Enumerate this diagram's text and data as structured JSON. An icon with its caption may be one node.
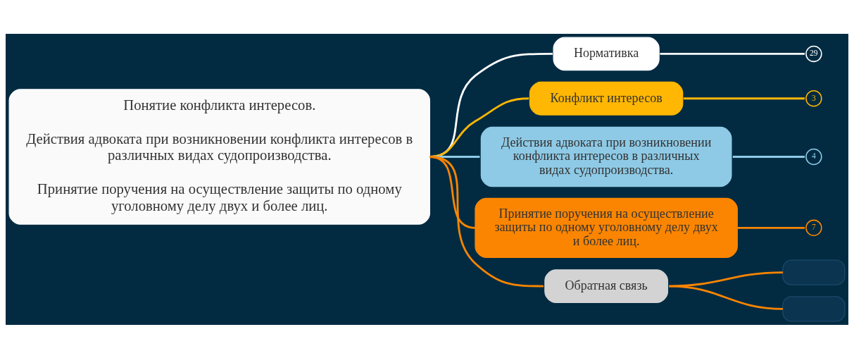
{
  "diagram": {
    "nodes": [
      {
        "text": [
          "Понятие конфликта интересов.",
          "Действия адвоката при возникновении конфликта интересов в различных видах судопроизводства.",
          "Принятие поручения на осуществление защиты по одному уголовному делу двух и более лиц."
        ]
      },
      {
        "text": [
          "Нормативка"
        ]
      },
      {
        "text": [
          "29"
        ]
      },
      {
        "text": [
          "Конфликт интересов"
        ]
      },
      {
        "text": [
          "3"
        ]
      },
      {
        "text": [
          "Действия адвоката при возникновении конфликта интересов в различных видах судопроизводства."
        ]
      },
      {
        "text": [
          "4"
        ]
      },
      {
        "text": [
          "Принятие поручения на осуществление защиты по одному уголовному делу двух и более лиц."
        ]
      },
      {
        "text": [
          "7"
        ]
      },
      {
        "text": [
          "Обратная связь"
        ]
      },
      {
        "text": [],
        "shape": "box"
      },
      {
        "text": [],
        "shape": "box"
      }
    ],
    "edges": [
      {
        "from": 0,
        "to": 1,
        "arrow": "none",
        "color": "#ffffff"
      },
      {
        "from": 1,
        "to": 2,
        "arrow": "none",
        "color": "#ffffff"
      },
      {
        "from": 0,
        "to": 3,
        "arrow": "none",
        "color": "#ffb703"
      },
      {
        "from": 3,
        "to": 4,
        "arrow": "none",
        "color": "#ffb703"
      },
      {
        "from": 0,
        "to": 5,
        "arrow": "none",
        "color": "#8ecae6"
      },
      {
        "from": 5,
        "to": 6,
        "arrow": "none",
        "color": "#8ecae6"
      },
      {
        "from": 0,
        "to": 7,
        "arrow": "none"
      },
      {
        "from": 7,
        "to": 8,
        "arrow": "none"
      },
      {
        "from": 0,
        "to": 9,
        "arrow": "none"
      },
      {
        "from": 9,
        "to": 10,
        "arrow": "none"
      },
      {
        "from": 9,
        "to": 11,
        "arrow": "none"
      }
    ]
  }
}
